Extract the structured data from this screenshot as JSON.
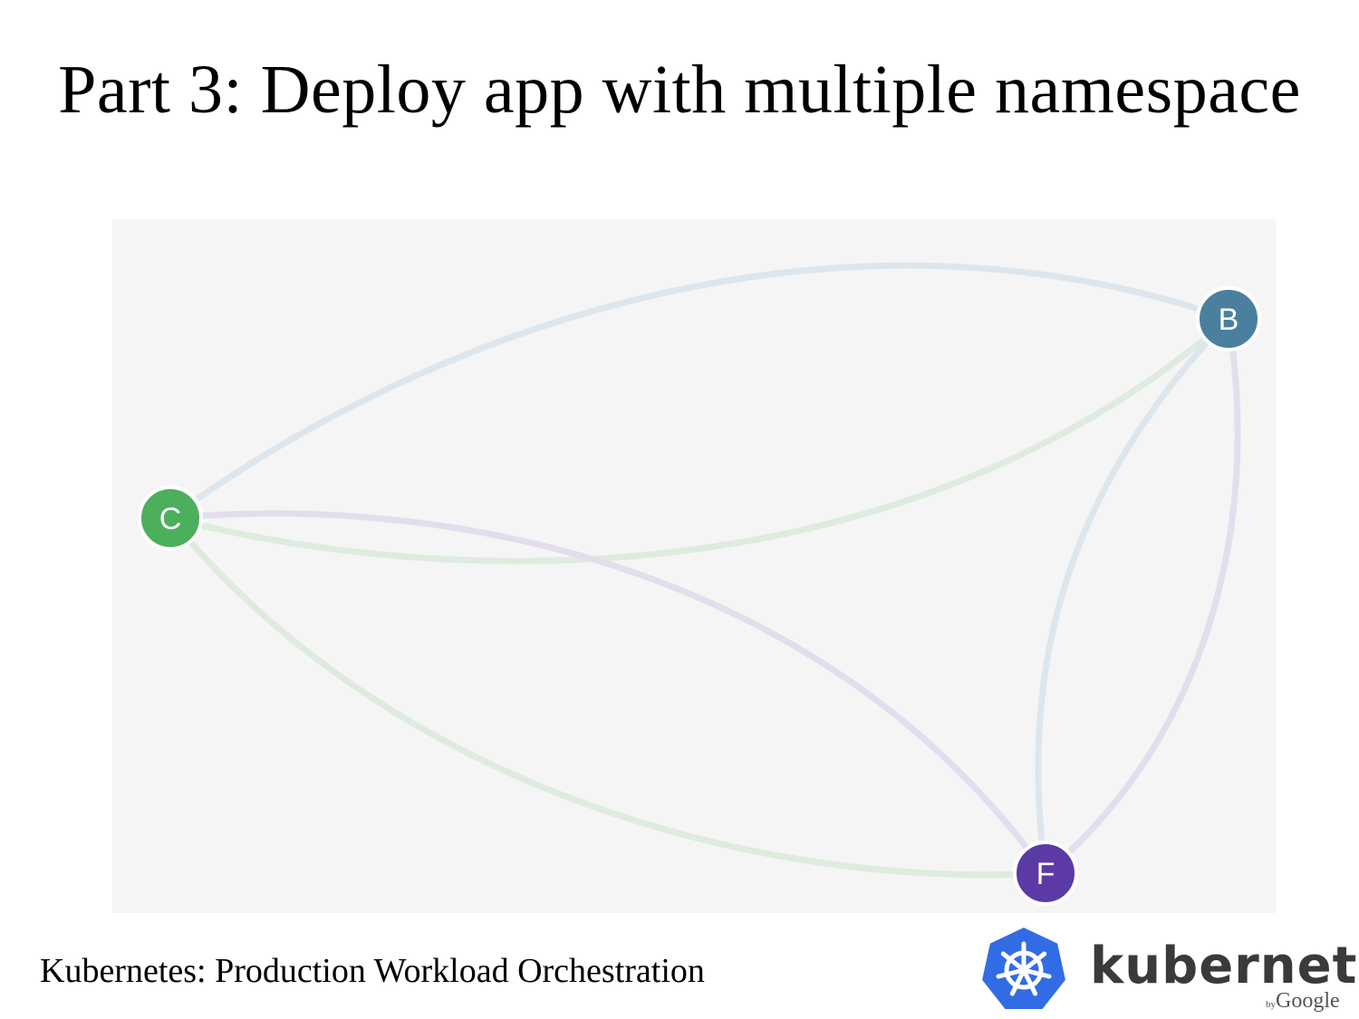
{
  "slide": {
    "title": "Part 3: Deploy app with multiple namespace",
    "footer": "Kubernetes: Production Workload Orchestration"
  },
  "graph": {
    "nodes": [
      {
        "id": "C",
        "label": "C",
        "color": "#4caf5c"
      },
      {
        "id": "B",
        "label": "B",
        "color": "#4a7f9e"
      },
      {
        "id": "F",
        "label": "F",
        "color": "#5b3aa6"
      }
    ],
    "edges": [
      {
        "from": "C",
        "to": "B",
        "color": "#dde6ec"
      },
      {
        "from": "C",
        "to": "B",
        "color": "#deebdf"
      },
      {
        "from": "C",
        "to": "F",
        "color": "#e2deee"
      },
      {
        "from": "C",
        "to": "F",
        "color": "#deebdf"
      },
      {
        "from": "B",
        "to": "F",
        "color": "#dde6ec"
      },
      {
        "from": "B",
        "to": "F",
        "color": "#e2deee"
      }
    ]
  },
  "logo": {
    "wordmark": "kubernetes",
    "by": "by",
    "google": "Google",
    "brand_color": "#326ce5"
  }
}
